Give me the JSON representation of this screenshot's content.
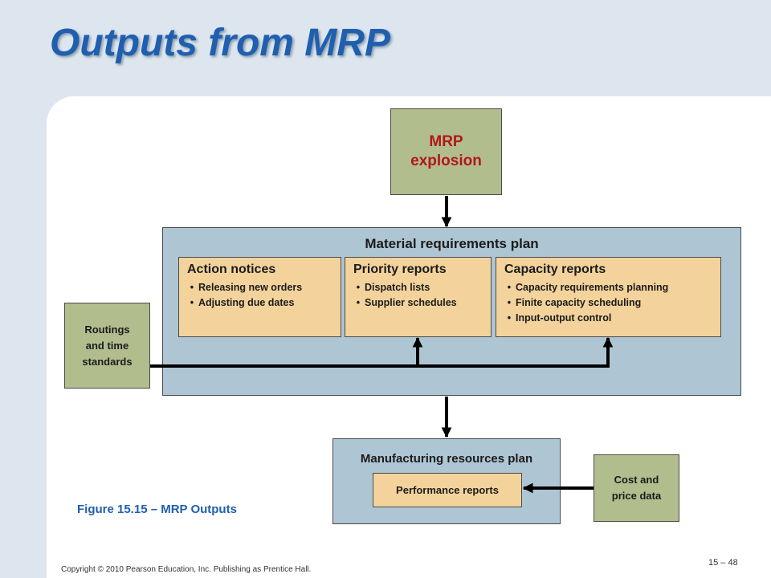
{
  "title": "Outputs from MRP",
  "mrp_explosion": {
    "line1": "MRP",
    "line2": "explosion"
  },
  "material_requirements_plan": {
    "title": "Material requirements plan",
    "action_notices": {
      "title": "Action notices",
      "items": [
        "Releasing new orders",
        "Adjusting due dates"
      ]
    },
    "priority_reports": {
      "title": "Priority reports",
      "items": [
        "Dispatch lists",
        "Supplier schedules"
      ]
    },
    "capacity_reports": {
      "title": "Capacity reports",
      "items": [
        "Capacity requirements planning",
        "Finite capacity scheduling",
        "Input-output control"
      ]
    }
  },
  "routings": {
    "line1": "Routings",
    "line2": "and time",
    "line3": "standards"
  },
  "manufacturing_resources_plan": {
    "title": "Manufacturing resources plan",
    "performance_reports": "Performance reports"
  },
  "cost_data": {
    "line1": "Cost and",
    "line2": "price data"
  },
  "caption": "Figure 15.15 –  MRP Outputs",
  "copyright": "Copyright © 2010 Pearson Education, Inc. Publishing as Prentice Hall.",
  "page_number": "15 – 48",
  "colors": {
    "title": "#1f5fb0",
    "green_box": "#b2bd8e",
    "blue_box": "#aec6d4",
    "tan_box": "#f3d39b",
    "mrp_text": "#b01818",
    "background": "#dde6ee"
  }
}
